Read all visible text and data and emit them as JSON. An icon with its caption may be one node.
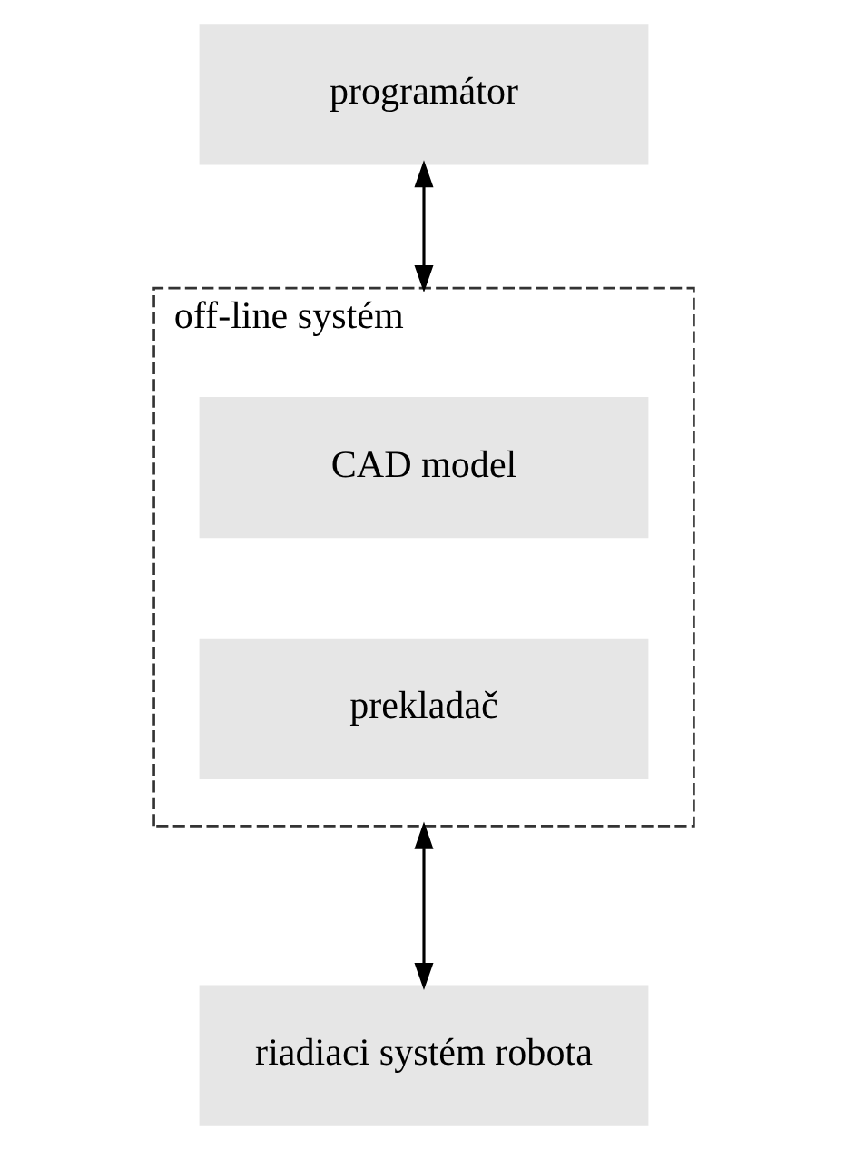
{
  "diagram": {
    "nodes": [
      {
        "text": [
          "programátor"
        ]
      },
      {
        "text": [
          "off-line systém"
        ]
      },
      {
        "text": [
          "CAD model"
        ],
        "in": 1
      },
      {
        "text": [
          "prekladač"
        ],
        "in": 1
      },
      {
        "text": [
          "riadiaci systém robota"
        ]
      }
    ],
    "edges": [
      {
        "from": 0,
        "to": 1,
        "arrow": "both"
      },
      {
        "from": 1,
        "to": 4,
        "arrow": "both"
      }
    ]
  }
}
